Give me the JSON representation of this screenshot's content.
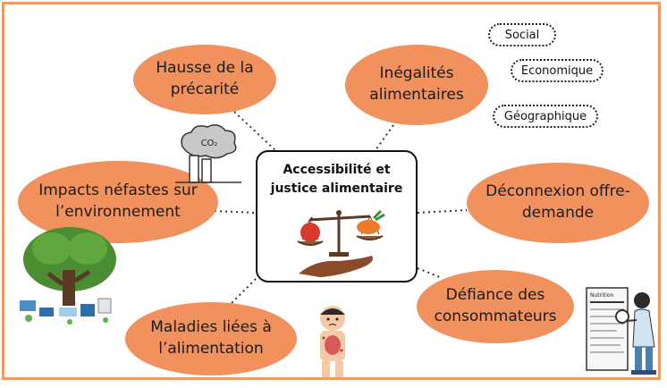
{
  "center": {
    "title": "Accessibilité et\njustice alimentaire"
  },
  "nodes": [
    {
      "id": "precarite",
      "label": "Hausse de la\nprécarité"
    },
    {
      "id": "inegalites",
      "label": "Inégalités\nalimentaires"
    },
    {
      "id": "impacts",
      "label": "Impacts néfastes sur\nl’environnement"
    },
    {
      "id": "deconnexion",
      "label": "Déconnexion offre-\ndemande"
    },
    {
      "id": "defiance",
      "label": "Défiance des\nconsommateurs"
    },
    {
      "id": "maladies",
      "label": "Maladies liées à\nl’alimentation"
    }
  ],
  "tags": [
    {
      "label": "Social"
    },
    {
      "label": "Economique"
    },
    {
      "label": "Géographique"
    }
  ],
  "illustrations": {
    "factory_text": "CO₂",
    "nutrition_label_title": "Nutrition"
  },
  "colors": {
    "accent": "#f0915e",
    "frame": "#f29a63",
    "text": "#1c1c1c"
  }
}
